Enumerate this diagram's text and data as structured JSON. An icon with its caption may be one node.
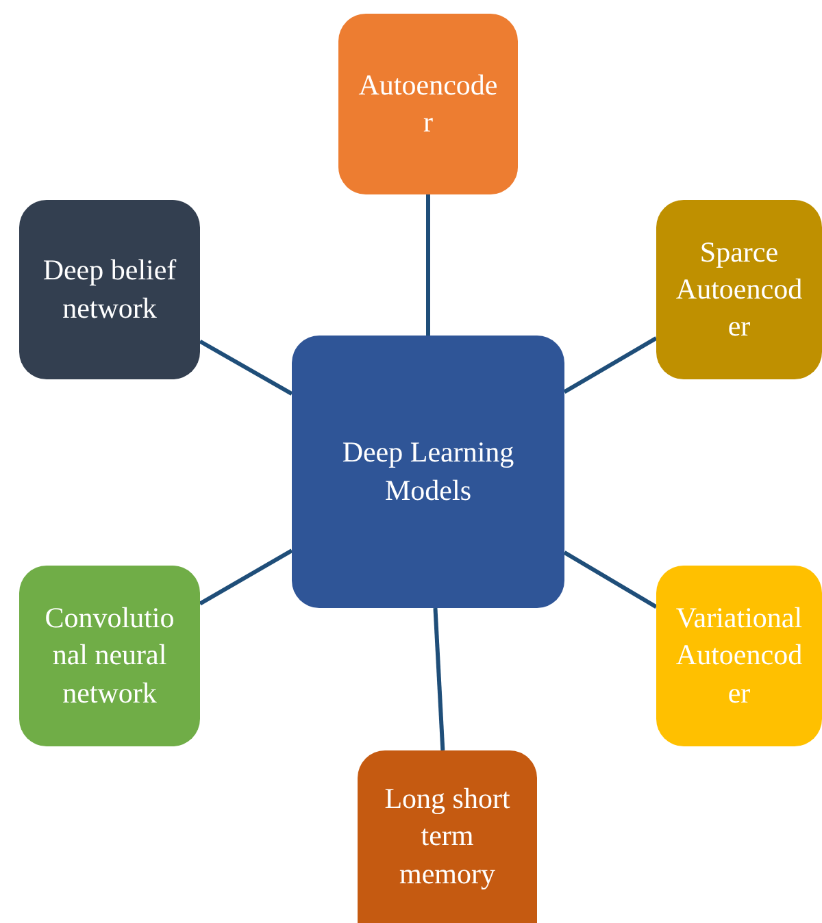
{
  "diagram": {
    "nodes": [
      {
        "text": [
          "Autoencoder"
        ]
      },
      {
        "text": [
          "Deep belief network"
        ]
      },
      {
        "text": [
          "Sparce Autoencoder"
        ]
      },
      {
        "text": [
          "Deep Learning Models"
        ]
      },
      {
        "text": [
          "Convolutional neural network"
        ]
      },
      {
        "text": [
          "Variational Autoencoder"
        ]
      },
      {
        "text": [
          "Long short term memory"
        ]
      }
    ],
    "edges": [
      {
        "from": 3,
        "to": 0,
        "arrow": "none"
      },
      {
        "from": 3,
        "to": 2,
        "arrow": "none"
      },
      {
        "from": 3,
        "to": 5,
        "arrow": "none"
      },
      {
        "from": 3,
        "to": 6,
        "arrow": "none"
      },
      {
        "from": 3,
        "to": 4,
        "arrow": "none"
      },
      {
        "from": 3,
        "to": 1,
        "arrow": "none"
      }
    ]
  }
}
